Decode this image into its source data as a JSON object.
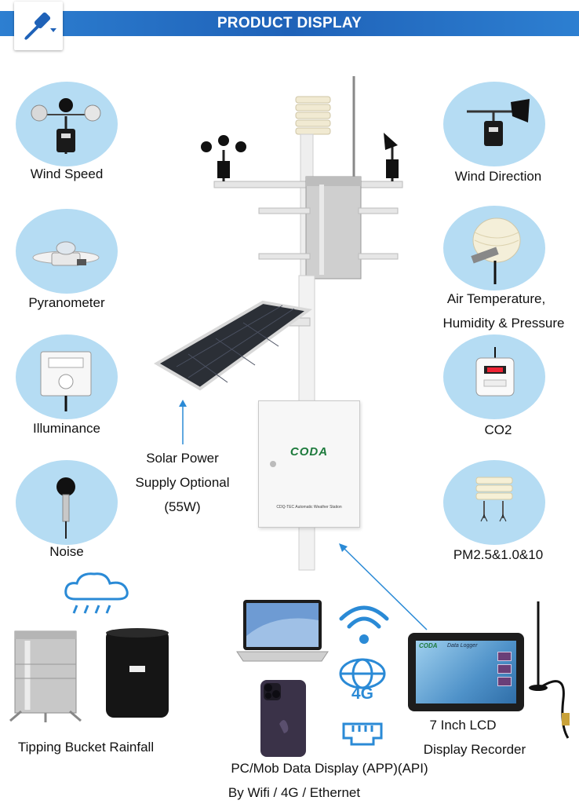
{
  "banner": {
    "title": "PRODUCT DISPLAY"
  },
  "tool": {
    "icon": "eyedropper-icon"
  },
  "sensors_left": [
    {
      "label": "Wind Speed",
      "icon": "anemometer-icon"
    },
    {
      "label": "Pyranometer",
      "icon": "pyranometer-icon"
    },
    {
      "label": "Illuminance",
      "icon": "illuminance-sensor-icon"
    },
    {
      "label": "Noise",
      "icon": "noise-sensor-icon"
    }
  ],
  "sensors_right": [
    {
      "label": "Wind Direction",
      "icon": "wind-vane-icon"
    },
    {
      "label_line1": "Air Temperature,",
      "label_line2": "Humidity & Pressure",
      "icon": "thermo-hygrometer-icon"
    },
    {
      "label": "CO2",
      "icon": "co2-sensor-icon"
    },
    {
      "label": "PM2.5&1.0&10",
      "icon": "pm-sensor-icon"
    }
  ],
  "solar": {
    "line1": "Solar Power",
    "line2": "Supply Optional",
    "line3": "(55W)"
  },
  "cabinet": {
    "logo": "CODA",
    "caption": "CDQ-TEC Automatic Weather Station"
  },
  "rainfall": {
    "label": "Tipping Bucket Rainfall"
  },
  "display": {
    "line1": "PC/Mob Data Display (APP)(API)",
    "line2": "By Wifi / 4G / Ethernet",
    "network_4g": "4G"
  },
  "recorder": {
    "line1": "7 Inch LCD",
    "line2": "Display Recorder",
    "screen_logo": "CODA",
    "screen_title": "Data Logger"
  },
  "colors": {
    "banner": "#1f62b8",
    "circle": "#b5dcf3",
    "accent": "#2a8ad6",
    "logo_green": "#1d7a3c"
  }
}
